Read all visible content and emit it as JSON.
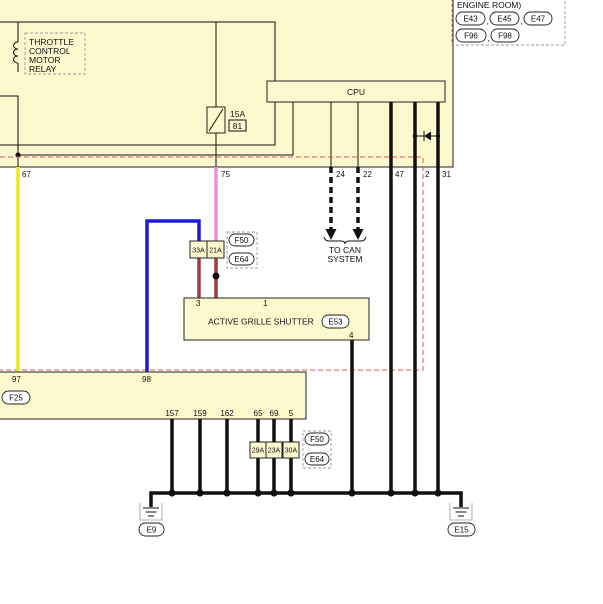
{
  "colors": {
    "component_fill": "#fdf9cf",
    "wire_yellow": "#f5e61c",
    "wire_pink": "#ee8ee4",
    "wire_blue": "#1a1adf",
    "wire_brown": "#a33a3a",
    "harness_outline": "#d65a5a"
  },
  "engine_room": {
    "title": "ENGINE ROOM)",
    "connectors": [
      "E43",
      "E45",
      "E47",
      "F96",
      "F98"
    ],
    "separator": ","
  },
  "relay": {
    "name_lines": [
      "THROTTLE",
      "CONTROL",
      "MOTOR",
      "RELAY"
    ]
  },
  "fuse": {
    "rating": "15A",
    "number": "81"
  },
  "cpu": {
    "label": "CPU"
  },
  "terminals_top": {
    "t67": "67",
    "t75": "75",
    "t24": "24",
    "t22": "22",
    "t47": "47",
    "t2": "2",
    "t31": "31"
  },
  "can": {
    "line1": "TO CAN",
    "line2": "SYSTEM"
  },
  "joint_connector_upper": {
    "pins": [
      "33A",
      "21A"
    ],
    "connectors": [
      "F50",
      "E64"
    ]
  },
  "active_grille_shutter": {
    "label": "ACTIVE GRILLE SHUTTER",
    "connector": "E53",
    "pins": {
      "p3": "3",
      "p1": "1",
      "p4": "4"
    }
  },
  "lower_unit": {
    "connector": "F25",
    "top_pins": {
      "p97": "97",
      "p98": "98"
    },
    "bottom_pins": [
      "157",
      "159",
      "162",
      "65",
      "69",
      "5"
    ]
  },
  "joint_connector_lower": {
    "pins": [
      "29A",
      "23A",
      "30A"
    ],
    "connectors": [
      "F50",
      "E64"
    ]
  },
  "grounds": [
    "E9",
    "E15"
  ]
}
